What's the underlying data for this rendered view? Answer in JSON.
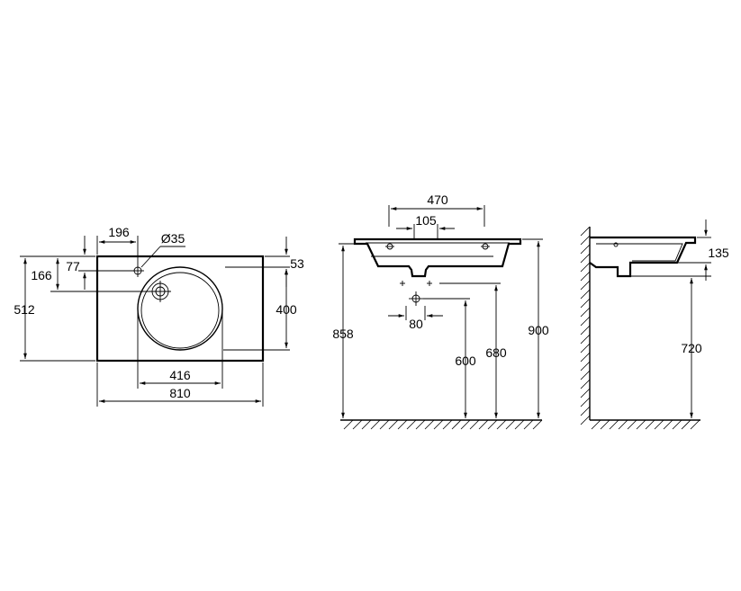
{
  "drawing": {
    "top_view": {
      "tap_offset": "196",
      "tap_hole_diameter": "Ø35",
      "tap_depth": "77",
      "bowl_center_depth": "166",
      "total_depth": "512",
      "front_rim": "53",
      "bowl_depth": "400",
      "bowl_width": "416",
      "total_width": "810"
    },
    "front_view": {
      "overflow_width": "470",
      "tap_spacing": "105",
      "waste_spacing": "80",
      "waste_height": "600",
      "outlet_height": "680",
      "bottom_height": "858",
      "top_height": "900"
    },
    "side_view": {
      "basin_height": "135",
      "mount_height": "720"
    }
  }
}
